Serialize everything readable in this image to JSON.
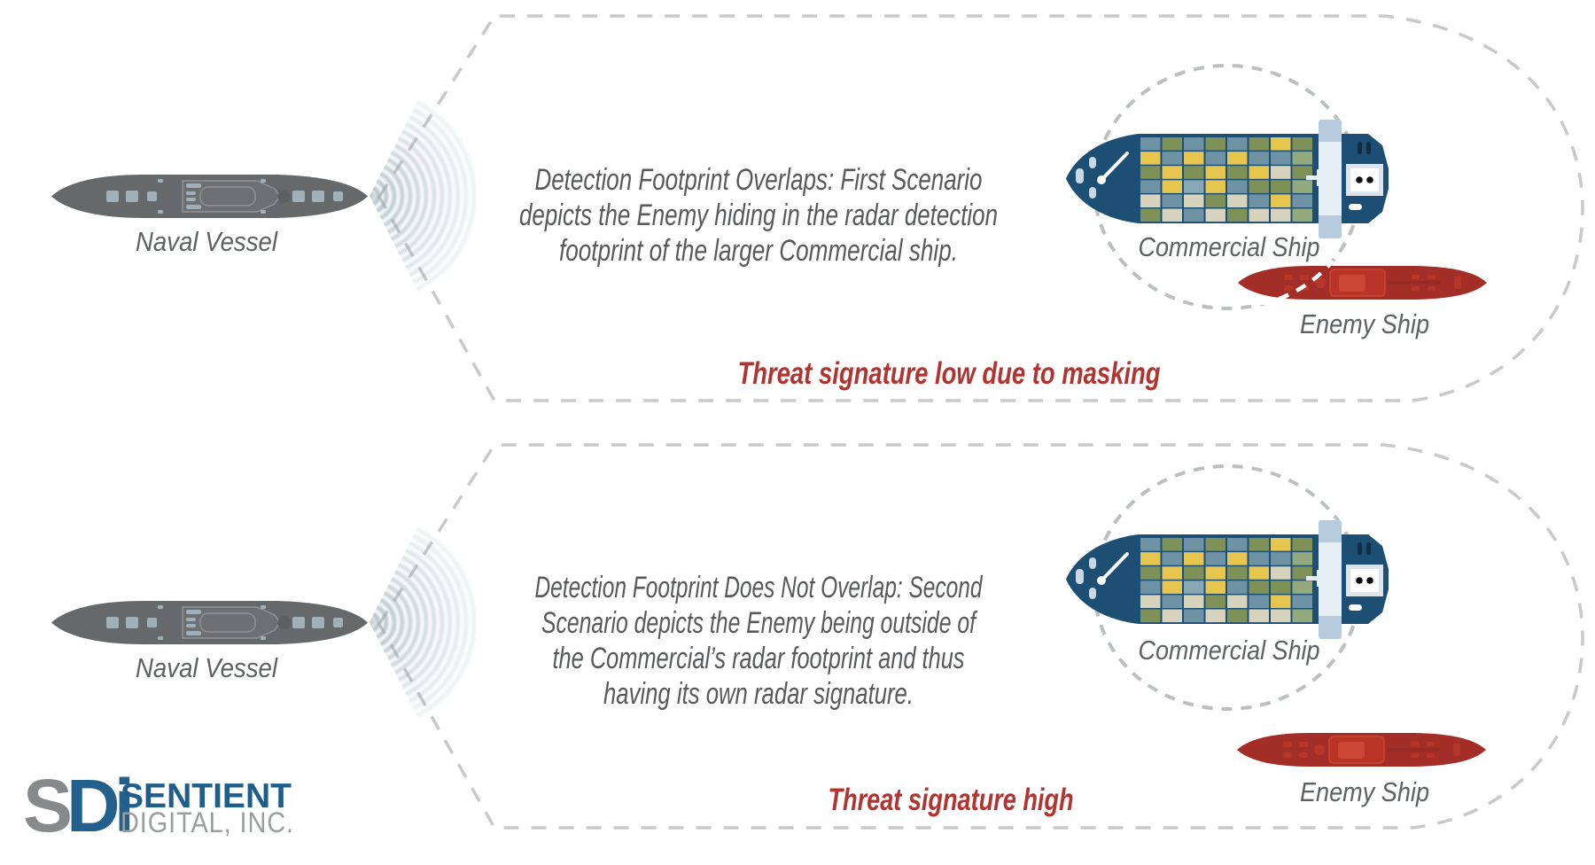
{
  "brand": {
    "monogram_s": "S",
    "monogram_d": "D",
    "monogram_i": "i",
    "company_line1": "SENTIENT",
    "company_line2": "DIGITAL, INC."
  },
  "colors": {
    "threat_text": "#b13431",
    "paragraph_gray": "#58595b",
    "label_gray": "#5d6164",
    "naval_hull": "#66696a",
    "enemy_hull": "#a32d27",
    "commercial_hull": "#1d4e74",
    "radar_ring": "#8fa9af",
    "footprint_dash": "#c8c9ca",
    "circle_dash": "#bcbfc0",
    "brand_blue": "#1e5e8c",
    "brand_gray": "#87898b",
    "containers": [
      "#e7c64f",
      "#7e9156",
      "#6e93a5",
      "#d8d3bd",
      "#93aa7e",
      "#88a7b4"
    ]
  },
  "scenario1": {
    "description_lines": [
      "Detection Footprint Overlaps: First Scenario",
      "depicts the Enemy hiding in the radar detection",
      "footprint of the larger Commercial ship."
    ],
    "threat_label": "Threat signature low due to masking",
    "labels": {
      "naval": "Naval Vessel",
      "commercial": "Commercial Ship",
      "enemy": "Enemy Ship"
    }
  },
  "scenario2": {
    "description_lines": [
      "Detection Footprint Does Not Overlap: Second",
      "Scenario depicts the Enemy being outside of",
      "the Commercial’s radar footprint and thus",
      "having its own radar signature."
    ],
    "threat_label": "Threat signature high",
    "labels": {
      "naval": "Naval Vessel",
      "commercial": "Commercial Ship",
      "enemy": "Enemy Ship"
    }
  }
}
